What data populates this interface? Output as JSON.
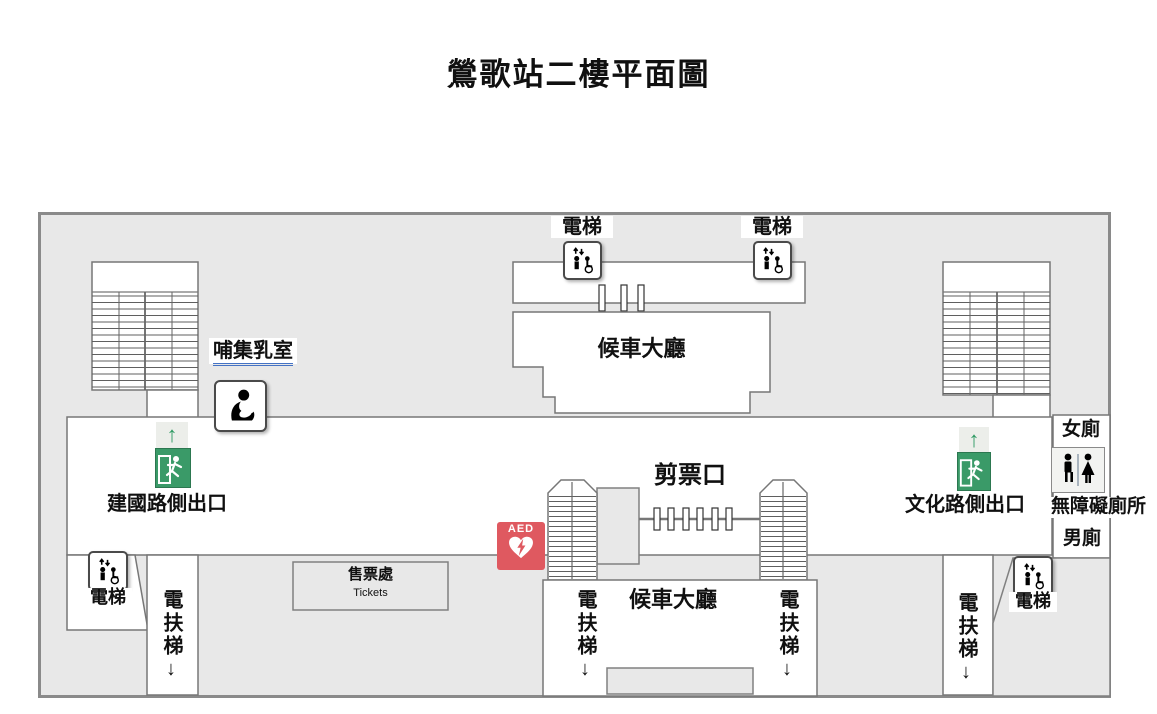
{
  "title": "鶯歌站二樓平面圖",
  "colors": {
    "exit_green": "#3a9a68",
    "aed_red": "#df5960",
    "link_blue": "#4472c4",
    "floor_gray": "#e8e8e8"
  },
  "labels": {
    "elevator": "電梯",
    "waiting_hall": "候車大廳",
    "nursing_room": "哺集乳室",
    "jianguo_exit": "建國路側出口",
    "wenhua_exit": "文化路側出口",
    "ticket_gate": "剪票口",
    "ticket_office": "售票處",
    "ticket_office_en": "Tickets",
    "escalator_down": "電扶梯↓",
    "women_toilet": "女廁",
    "men_toilet": "男廁",
    "accessible_toilet": "無障礙廁所",
    "aed": "AED",
    "up_arrow": "↑"
  }
}
